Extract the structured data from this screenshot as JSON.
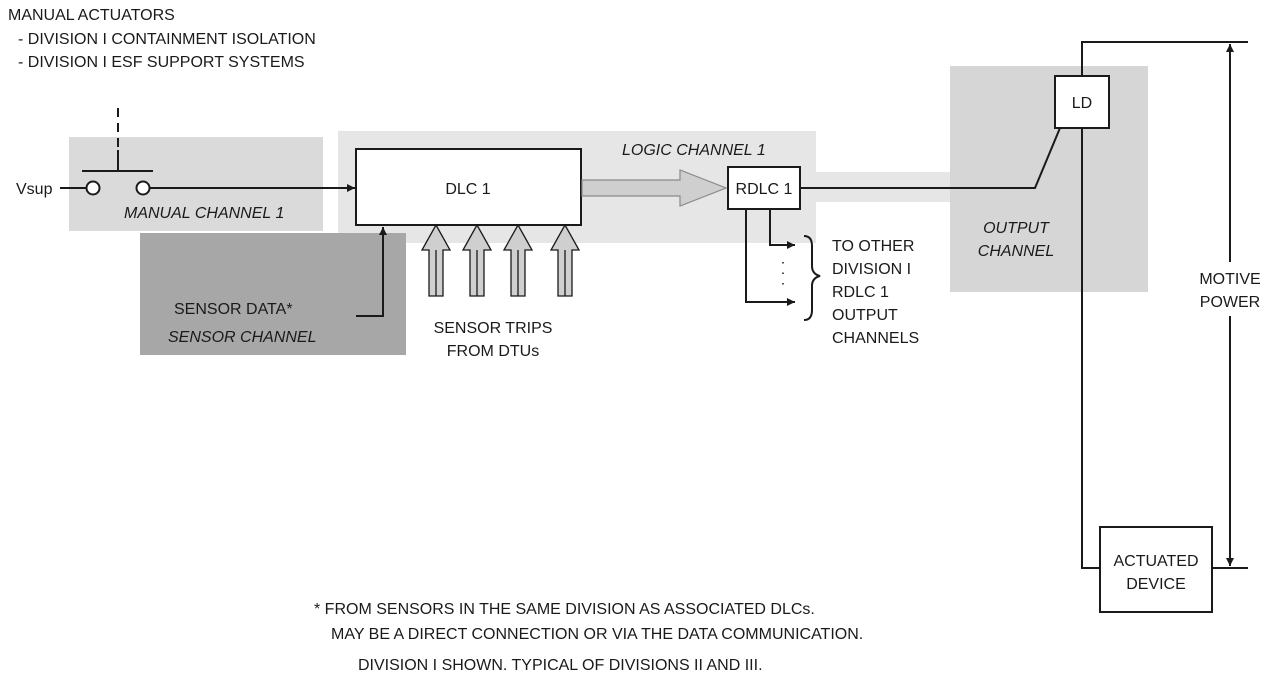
{
  "header": {
    "title": "MANUAL ACTUATORS",
    "items": [
      "- DIVISION I CONTAINMENT ISOLATION",
      "- DIVISION I ESF SUPPORT SYSTEMS"
    ]
  },
  "labels": {
    "vsup": "Vsup",
    "manual_channel": "MANUAL CHANNEL 1",
    "dlc": "DLC 1",
    "logic_channel": "LOGIC CHANNEL 1",
    "rdlc": "RDLC 1",
    "ld": "LD",
    "output_channel": [
      "OUTPUT",
      "CHANNEL"
    ],
    "motive_power": [
      "MOTIVE",
      "POWER"
    ],
    "to_other": [
      "TO OTHER",
      "DIVISION I",
      "RDLC 1",
      "OUTPUT",
      "CHANNELS"
    ],
    "sensor_data": "SENSOR  DATA*",
    "sensor_channel": "SENSOR CHANNEL",
    "sensor_trips": [
      "SENSOR  TRIPS",
      "FROM  DTUs"
    ],
    "actuated_device": [
      "ACTUATED",
      "DEVICE"
    ]
  },
  "footnotes": {
    "line1": "*  FROM SENSORS IN THE SAME DIVISION AS ASSOCIATED DLCs.",
    "line2": "MAY BE A DIRECT CONNECTION OR VIA THE DATA COMMUNICATION.",
    "line3": "DIVISION I SHOWN.  TYPICAL OF DIVISIONS II  AND III."
  },
  "colors": {
    "light_region": "#e6e6e6",
    "mid_region": "#d6d6d6",
    "dark_region": "#a7a7a7",
    "arrow_fill": "#cfcfcf",
    "line": "#1a1a1a"
  }
}
